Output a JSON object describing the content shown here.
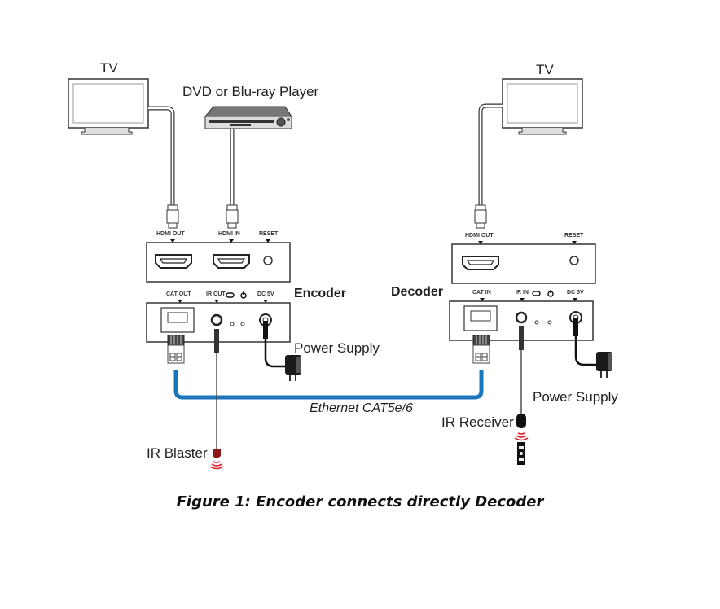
{
  "labels": {
    "tv_left": "TV",
    "tv_right": "TV",
    "dvd_player": "DVD or Blu-ray Player",
    "encoder": "Encoder",
    "decoder": "Decoder",
    "power_supply_left": "Power Supply",
    "power_supply_right": "Power Supply",
    "ethernet": "Ethernet CAT5e/6",
    "ir_blaster": "IR Blaster",
    "ir_receiver": "IR Receiver"
  },
  "encoder_ports": {
    "top": [
      "HDMI OUT",
      "HDMI IN",
      "RESET"
    ],
    "bottom": [
      "CAT OUT",
      "IR OUT",
      "DC 5V"
    ]
  },
  "decoder_ports": {
    "top": [
      "HDMI OUT",
      "RESET"
    ],
    "bottom": [
      "CAT IN",
      "IR IN",
      "DC 5V"
    ]
  },
  "caption": "Figure 1: Encoder connects directly Decoder",
  "colors": {
    "ethernet_cable": "#1b75bb",
    "ir_signal": "#e0202a",
    "ir_blaster_body": "#8b1a1a",
    "line": "#231f20"
  }
}
